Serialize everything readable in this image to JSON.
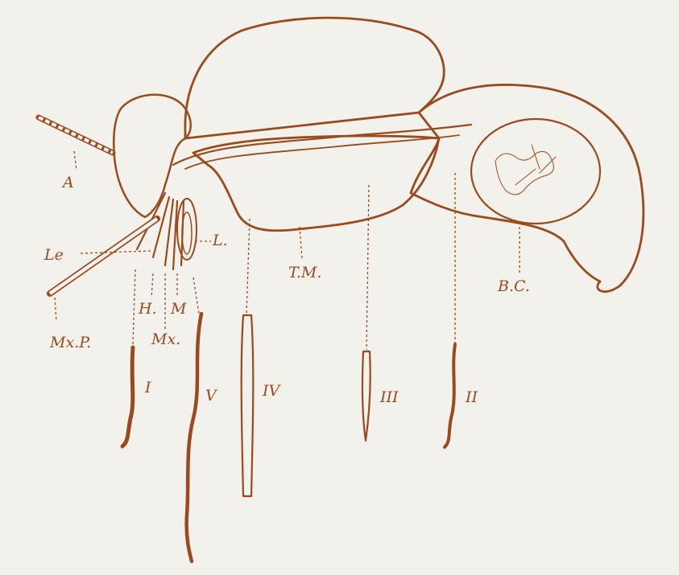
{
  "diagram": {
    "ink_color": "#9a4a1c",
    "paper_color": "#f3f1ec",
    "labels": {
      "A": "A",
      "Le": "Le",
      "L": "L.",
      "TM": "T.M.",
      "BC": "B.C.",
      "MxP": "Mx.P.",
      "H": "H.",
      "M": "M",
      "Mx": "Mx.",
      "I": "I",
      "II": "II",
      "III": "III",
      "IV": "IV",
      "V": "V"
    }
  }
}
